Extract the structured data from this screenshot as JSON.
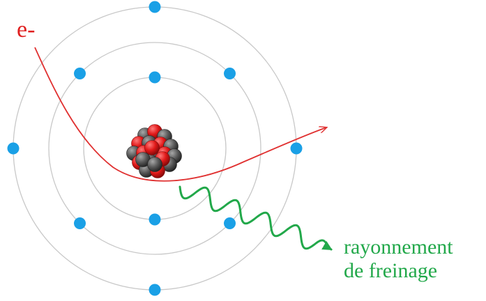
{
  "labels": {
    "electron": "e-",
    "radiation_line1": "rayonnement",
    "radiation_line2": "de freinage"
  },
  "colors": {
    "orbit": "#c8c8c8",
    "electron_dot": "#1aa0e6",
    "trajectory": "#e03030",
    "electron_label": "#e02020",
    "radiation": "#22a84a",
    "proton": "#e01818",
    "neutron": "#5a5a5a"
  },
  "orbit_electron_counts": [
    2,
    4,
    4
  ]
}
